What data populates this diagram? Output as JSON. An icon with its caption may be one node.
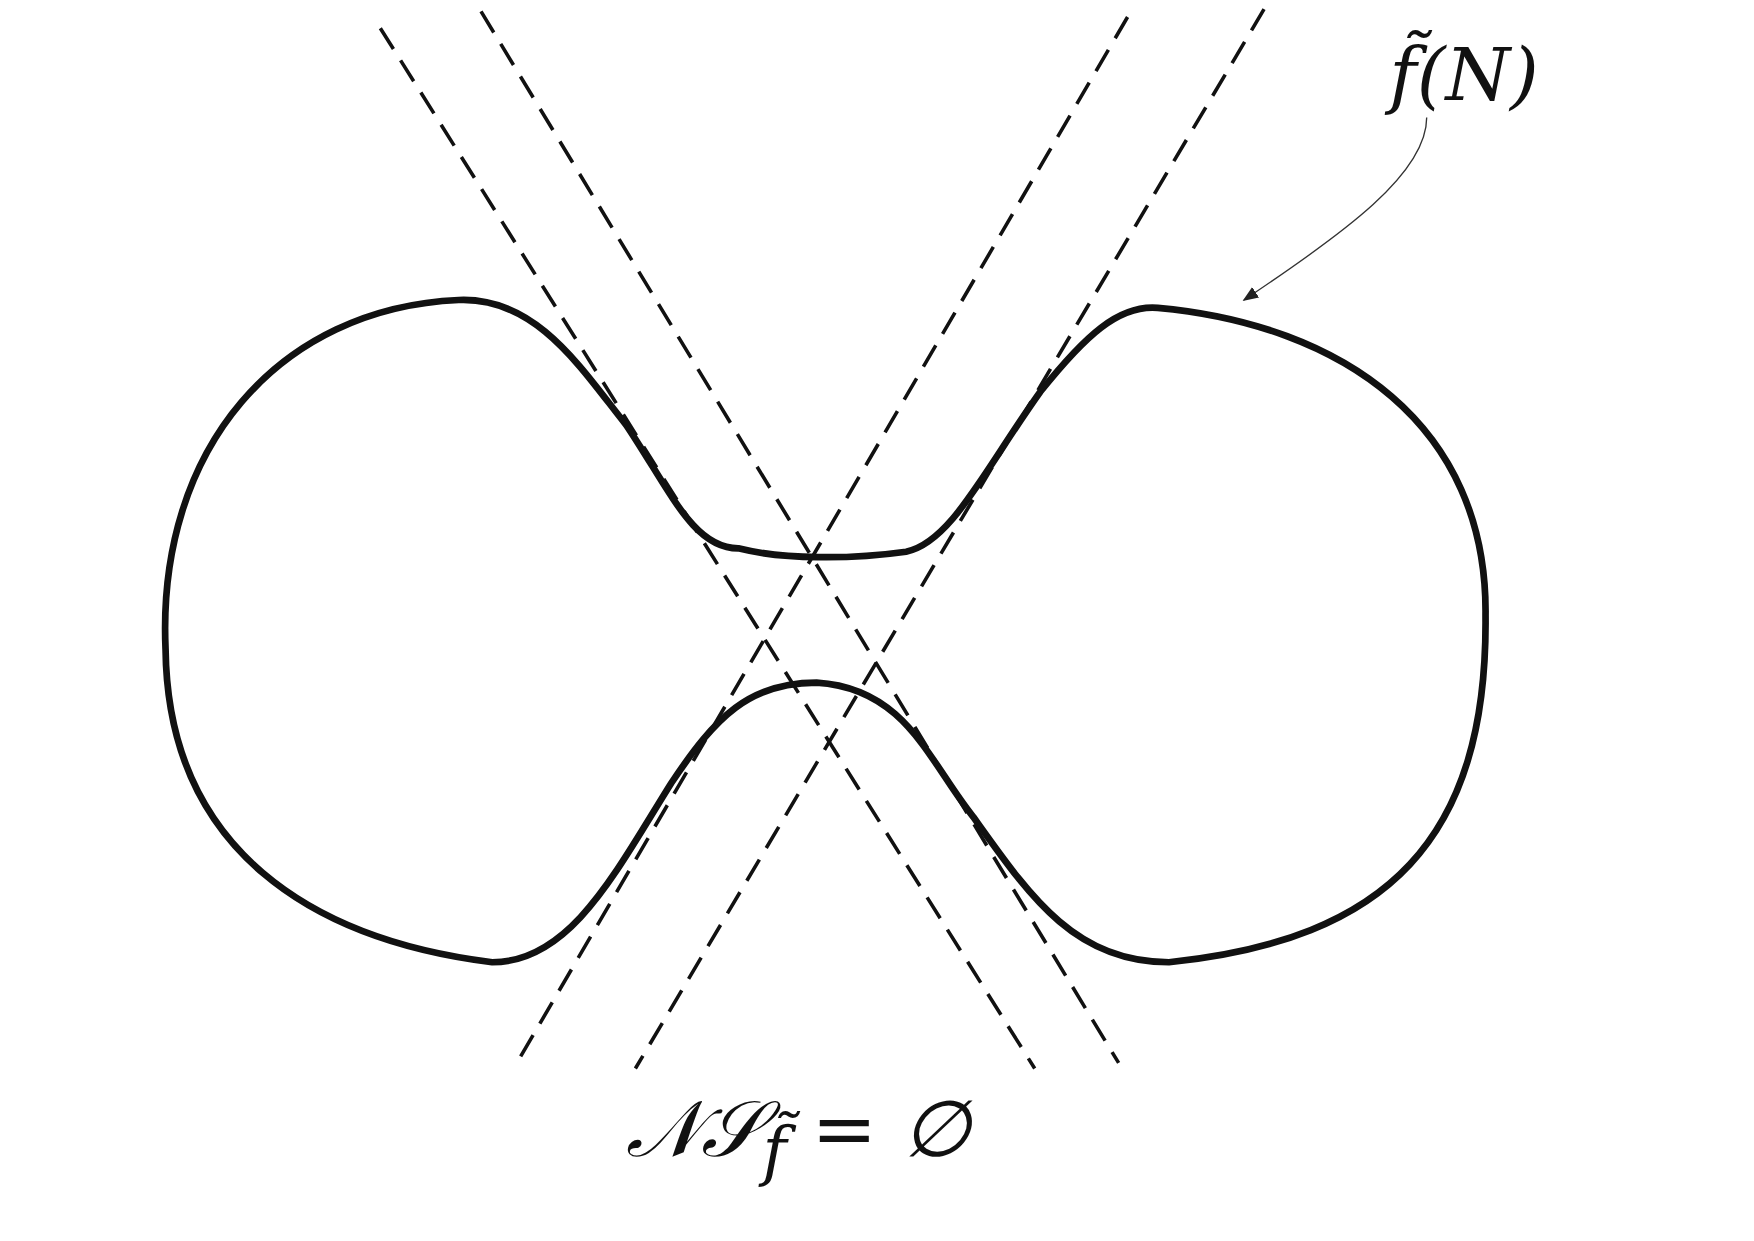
{
  "diagram": {
    "nodes": [
      {
        "text": [
          "f̃(N)"
        ]
      },
      {
        "text": [],
        "shape": "curve"
      }
    ],
    "edges": [
      {
        "from": 0,
        "to": 1,
        "arrow": "to"
      }
    ],
    "labels": [
      "𝒩𝒮$_{f̃}$ = ∅"
    ]
  }
}
